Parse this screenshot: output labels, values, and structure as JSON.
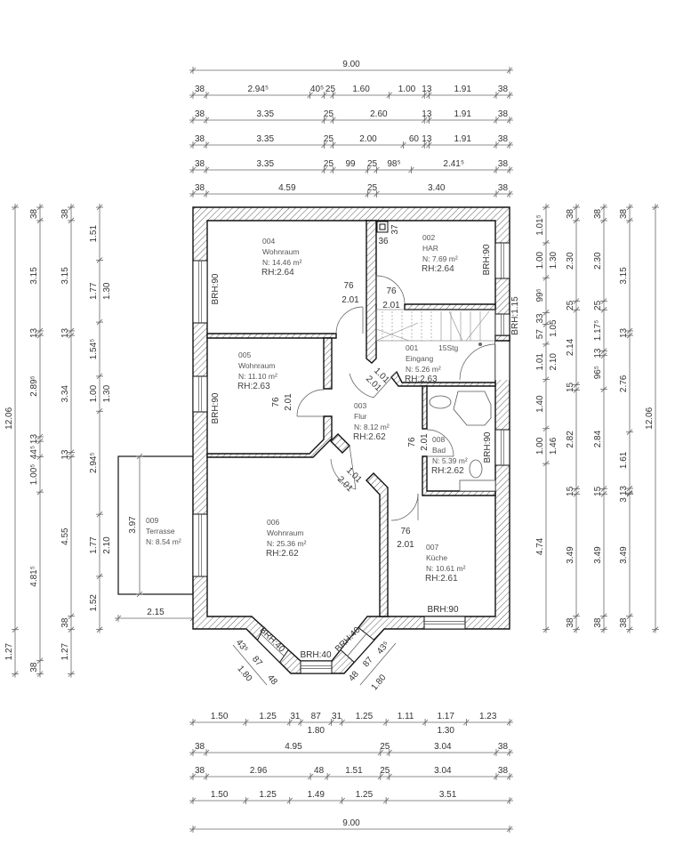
{
  "plan": {
    "rooms": [
      {
        "number": "004",
        "name": "Wohnraum",
        "area": "N:  14.46  m²",
        "rh": "RH:2.64"
      },
      {
        "number": "002",
        "name": "HAR",
        "area": "N:  7.69  m²",
        "rh": "RH:2.64"
      },
      {
        "number": "001",
        "name": "Eingang",
        "area": "N:  5.26  m²",
        "rh": "RH:2.63"
      },
      {
        "number": "005",
        "name": "Wohnraum",
        "area": "N:  11.10  m²",
        "rh": "RH:2.63"
      },
      {
        "number": "003",
        "name": "Flur",
        "area": "N:  8.12  m²",
        "rh": "RH:2.62"
      },
      {
        "number": "008",
        "name": "Bad",
        "area": "N:  5.39  m²",
        "rh": "RH:2.62"
      },
      {
        "number": "009",
        "name": "Terrasse",
        "area": "N:  8.54  m²",
        "rh": ""
      },
      {
        "number": "006",
        "name": "Wohnraum",
        "area": "N:  25.36  m²",
        "rh": "RH:2.62"
      },
      {
        "number": "007",
        "name": "Küche",
        "area": "N:  10.61  m²",
        "rh": "RH:2.61"
      }
    ],
    "stairs_label": "15Stg",
    "door_labels": [
      "76",
      "2.01",
      "76",
      "2.01",
      "76",
      "2.01",
      "1.01",
      "2.01",
      "1.01",
      "2.01",
      "76",
      "2.01",
      "76",
      "2.01"
    ],
    "chimney_labels": [
      "36",
      "37"
    ],
    "terrace_labels": [
      "3.97",
      "2.15"
    ],
    "sill_labels": [
      "BRH:90",
      "BRH:90",
      "BRH:90",
      "BRH:90",
      "BRH:1.15",
      "BRH:90",
      "BRH:40",
      "BRH:40",
      "BRH:40"
    ],
    "bay_labels": [
      "43⁵",
      "87",
      "48",
      "1.80",
      "48",
      "87",
      "43⁵",
      "1.80"
    ]
  },
  "dimensions": {
    "top": [
      {
        "segments": [
          "9.00"
        ]
      },
      {
        "segments": [
          "38",
          "2.94⁵",
          "40⁵",
          "25",
          "1.60",
          "1.00",
          "13",
          "1.91",
          "38"
        ]
      },
      {
        "segments": [
          "38",
          "3.35",
          "25",
          "2.60",
          "13",
          "1.91",
          "38"
        ]
      },
      {
        "segments": [
          "38",
          "3.35",
          "25",
          "2.00",
          "60",
          "13",
          "1.91",
          "38"
        ]
      },
      {
        "segments": [
          "38",
          "3.35",
          "25",
          "99",
          "25",
          "98⁵",
          "2.41⁵",
          "38"
        ]
      },
      {
        "segments": [
          "38",
          "4.59",
          "25",
          "3.40",
          "38"
        ]
      }
    ],
    "bottom": [
      {
        "segments": [
          "1.50",
          "1.25",
          "31",
          "87",
          "31",
          "1.25",
          "1.11",
          "1.17",
          "1.23"
        ],
        "subs": [
          {
            "text": "1.80",
            "from": 2,
            "to": 4
          },
          {
            "text": "1.30",
            "from": 7,
            "to": 7
          }
        ]
      },
      {
        "segments": [
          "38",
          "4.95",
          "25",
          "3.04",
          "38"
        ]
      },
      {
        "segments": [
          "38",
          "2.96",
          "48",
          "1.51",
          "25",
          "3.04",
          "38"
        ]
      },
      {
        "segments": [
          "1.50",
          "1.25",
          "1.49",
          "1.25",
          "3.51"
        ]
      },
      {
        "segments": [
          "9.00"
        ]
      }
    ],
    "left": [
      {
        "segments": [
          "12.06",
          "1.27"
        ]
      },
      {
        "segments": [
          "38",
          "3.15",
          "13",
          "2.89⁵",
          "13",
          "44⁵",
          "1.00⁵",
          "4.81⁵",
          "38"
        ]
      },
      {
        "segments": [
          "38",
          "3.15",
          "13",
          "3.34",
          "13",
          "4.55",
          "38",
          "1.27"
        ]
      },
      {
        "segments": [
          "1.51",
          "1.77",
          "1.54⁵",
          "1.00",
          "2.94⁵",
          "1.77",
          "1.52"
        ],
        "subs": [
          {
            "text": "1.30",
            "from": 1,
            "to": 1
          },
          {
            "text": "1.30",
            "from": 3,
            "to": 3
          },
          {
            "text": "2.10",
            "from": 5,
            "to": 5
          }
        ]
      }
    ],
    "right": [
      {
        "segments": [
          "1.01⁵",
          "1.00",
          "99⁵",
          "33",
          "57",
          "1.01",
          "1.40",
          "1.00",
          "4.74"
        ],
        "subs": [
          {
            "text": "1.30",
            "from": 1,
            "to": 1
          },
          {
            "text": "1.05",
            "from": 3,
            "to": 4
          },
          {
            "text": "2.10",
            "from": 5,
            "to": 5
          },
          {
            "text": "1.46",
            "from": 7,
            "to": 7
          }
        ]
      },
      {
        "segments": [
          "38",
          "2.30",
          "25",
          "2.14",
          "15",
          "2.82",
          "15",
          "3.49",
          "38"
        ]
      },
      {
        "segments": [
          "38",
          "2.30",
          "25",
          "1.17⁵",
          "13",
          "96⁵",
          "2.84",
          "15",
          "3.49",
          "38"
        ]
      },
      {
        "segments": [
          "38",
          "3.15",
          "13",
          "2.76",
          "1.61",
          "13",
          "3",
          "3.49",
          "38"
        ]
      },
      {
        "segments": [
          "12.06"
        ]
      }
    ]
  }
}
